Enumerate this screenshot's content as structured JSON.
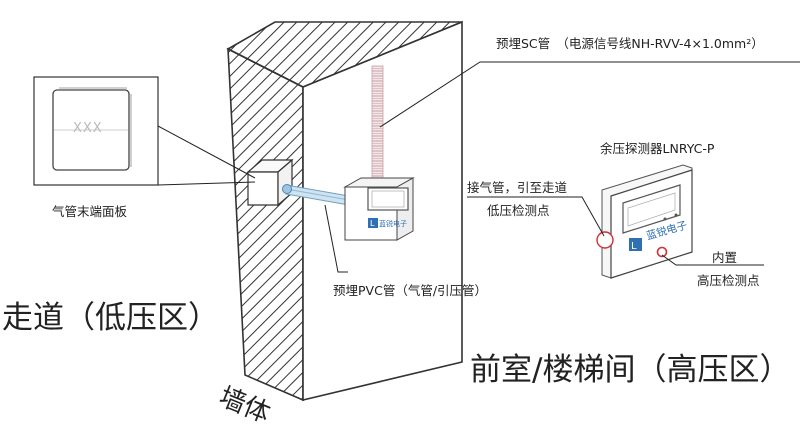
{
  "labels": {
    "sc_pipe": "预埋SC管　（电源信号线NH-RVV-4×1.0mm²）",
    "end_panel": "气管末端面板",
    "end_panel_mark": "XXX",
    "detector": "余压探测器LNRYC-P",
    "tap_line1": "接气管，引至走道",
    "tap_line2": "低压检测点",
    "builtin_line1": "内置",
    "builtin_line2": "高压检测点",
    "pvc_pipe": "预埋PVC管（气管/引压管）",
    "corridor": "走道（低压区）",
    "front_room": "前室/楼梯间（高压区）",
    "wall": "墙体",
    "brand": "蓝锐电子"
  },
  "colors": {
    "line": "#333333",
    "brand_blue": "#2f6fb3",
    "pipe_blue": "#8fb8d8",
    "sc_pipe_red": "#c9a0a8",
    "marker_red": "#d03030"
  }
}
